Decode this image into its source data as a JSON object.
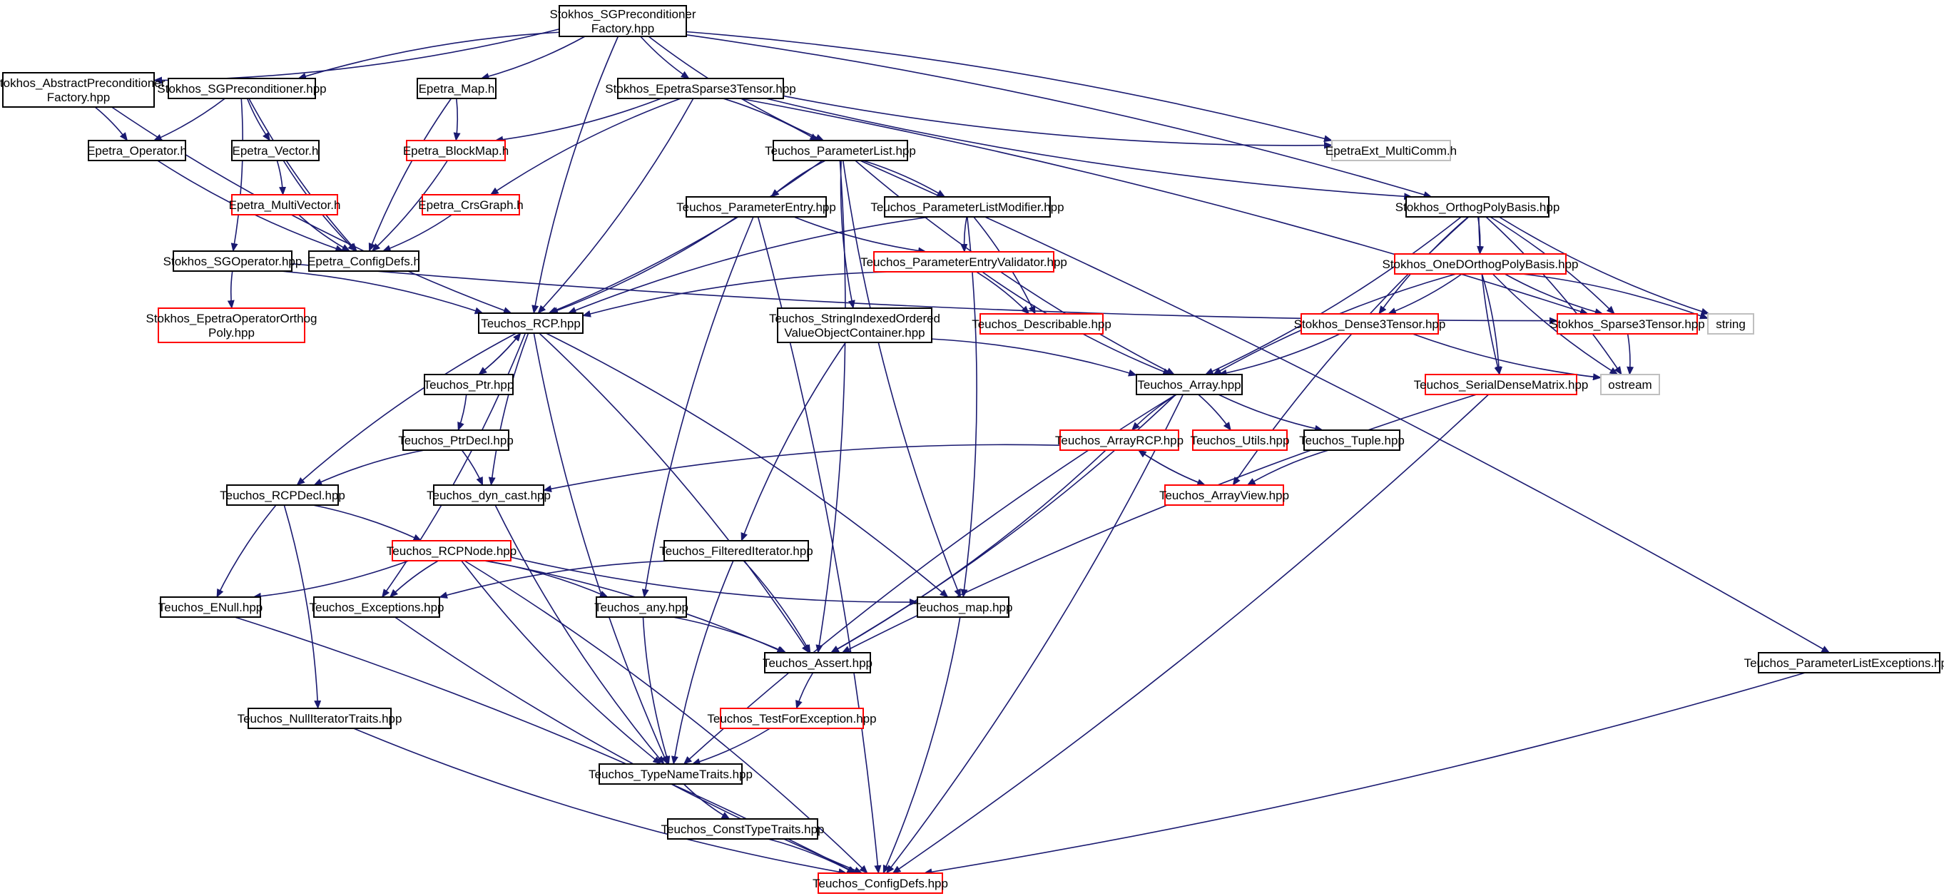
{
  "colors": {
    "edge": "#191970",
    "border_normal": "#000000",
    "border_truncated": "#ff0000",
    "border_external": "#bfbfbf",
    "root_fill": "#bfbfbf",
    "text": "#000000"
  },
  "nodes": [
    {
      "id": "root",
      "lines": [
        "Stokhos_SGPreconditioner",
        "Factory.hpp"
      ],
      "style": "root"
    },
    {
      "id": "abstract_factory",
      "lines": [
        "Stokhos_AbstractPreconditioner",
        "Factory.hpp"
      ],
      "style": "normal"
    },
    {
      "id": "sgprec",
      "lines": [
        "Stokhos_SGPreconditioner.hpp"
      ],
      "style": "normal"
    },
    {
      "id": "epetra_map",
      "lines": [
        "Epetra_Map.h"
      ],
      "style": "normal"
    },
    {
      "id": "sparse3_epetra",
      "lines": [
        "Stokhos_EpetraSparse3Tensor.hpp"
      ],
      "style": "normal"
    },
    {
      "id": "epetraext_multicomm",
      "lines": [
        "EpetraExt_MultiComm.h"
      ],
      "style": "external"
    },
    {
      "id": "epetra_operator",
      "lines": [
        "Epetra_Operator.h"
      ],
      "style": "normal"
    },
    {
      "id": "epetra_vector",
      "lines": [
        "Epetra_Vector.h"
      ],
      "style": "normal"
    },
    {
      "id": "epetra_blockmap",
      "lines": [
        "Epetra_BlockMap.h"
      ],
      "style": "truncated"
    },
    {
      "id": "param_list",
      "lines": [
        "Teuchos_ParameterList.hpp"
      ],
      "style": "normal"
    },
    {
      "id": "orthopoly",
      "lines": [
        "Stokhos_OrthogPolyBasis.hpp"
      ],
      "style": "normal"
    },
    {
      "id": "epetra_multivector",
      "lines": [
        "Epetra_MultiVector.h"
      ],
      "style": "truncated"
    },
    {
      "id": "epetra_crsgraph",
      "lines": [
        "Epetra_CrsGraph.h"
      ],
      "style": "truncated"
    },
    {
      "id": "param_entry",
      "lines": [
        "Teuchos_ParameterEntry.hpp"
      ],
      "style": "normal"
    },
    {
      "id": "param_list_modifier",
      "lines": [
        "Teuchos_ParameterListModifier.hpp"
      ],
      "style": "normal"
    },
    {
      "id": "oned_orthopoly",
      "lines": [
        "Stokhos_OneDOrthogPolyBasis.hpp"
      ],
      "style": "truncated"
    },
    {
      "id": "epetra_configdefs",
      "lines": [
        "Epetra_ConfigDefs.h"
      ],
      "style": "normal"
    },
    {
      "id": "sgoperator",
      "lines": [
        "Stokhos_SGOperator.hpp"
      ],
      "style": "normal"
    },
    {
      "id": "param_entry_validator",
      "lines": [
        "Teuchos_ParameterEntryValidator.hpp"
      ],
      "style": "truncated"
    },
    {
      "id": "string",
      "lines": [
        "string"
      ],
      "style": "external"
    },
    {
      "id": "epetra_op_orthopoly",
      "lines": [
        "Stokhos_EpetraOperatorOrthog",
        "Poly.hpp"
      ],
      "style": "truncated"
    },
    {
      "id": "rcp",
      "lines": [
        "Teuchos_RCP.hpp"
      ],
      "style": "normal"
    },
    {
      "id": "string_indexed",
      "lines": [
        "Teuchos_StringIndexedOrdered",
        "ValueObjectContainer.hpp"
      ],
      "style": "normal"
    },
    {
      "id": "describable",
      "lines": [
        "Teuchos_Describable.hpp"
      ],
      "style": "truncated"
    },
    {
      "id": "dense3",
      "lines": [
        "Stokhos_Dense3Tensor.hpp"
      ],
      "style": "truncated"
    },
    {
      "id": "sparse3",
      "lines": [
        "Stokhos_Sparse3Tensor.hpp"
      ],
      "style": "truncated"
    },
    {
      "id": "ptr",
      "lines": [
        "Teuchos_Ptr.hpp"
      ],
      "style": "normal"
    },
    {
      "id": "array",
      "lines": [
        "Teuchos_Array.hpp"
      ],
      "style": "normal"
    },
    {
      "id": "serial_dense",
      "lines": [
        "Teuchos_SerialDenseMatrix.hpp"
      ],
      "style": "truncated"
    },
    {
      "id": "ostream",
      "lines": [
        "ostream"
      ],
      "style": "external"
    },
    {
      "id": "ptrdecl",
      "lines": [
        "Teuchos_PtrDecl.hpp"
      ],
      "style": "normal"
    },
    {
      "id": "arrayrcp",
      "lines": [
        "Teuchos_ArrayRCP.hpp"
      ],
      "style": "truncated"
    },
    {
      "id": "utils",
      "lines": [
        "Teuchos_Utils.hpp"
      ],
      "style": "truncated"
    },
    {
      "id": "tuple",
      "lines": [
        "Teuchos_Tuple.hpp"
      ],
      "style": "normal"
    },
    {
      "id": "rcpdecl",
      "lines": [
        "Teuchos_RCPDecl.hpp"
      ],
      "style": "normal"
    },
    {
      "id": "dyn_cast",
      "lines": [
        "Teuchos_dyn_cast.hpp"
      ],
      "style": "normal"
    },
    {
      "id": "arrayview",
      "lines": [
        "Teuchos_ArrayView.hpp"
      ],
      "style": "truncated"
    },
    {
      "id": "rcpnode",
      "lines": [
        "Teuchos_RCPNode.hpp"
      ],
      "style": "truncated"
    },
    {
      "id": "filtered_iter",
      "lines": [
        "Teuchos_FilteredIterator.hpp"
      ],
      "style": "normal"
    },
    {
      "id": "enull",
      "lines": [
        "Teuchos_ENull.hpp"
      ],
      "style": "normal"
    },
    {
      "id": "exceptions",
      "lines": [
        "Teuchos_Exceptions.hpp"
      ],
      "style": "normal"
    },
    {
      "id": "any",
      "lines": [
        "Teuchos_any.hpp"
      ],
      "style": "normal"
    },
    {
      "id": "map",
      "lines": [
        "Teuchos_map.hpp"
      ],
      "style": "normal"
    },
    {
      "id": "assert",
      "lines": [
        "Teuchos_Assert.hpp"
      ],
      "style": "normal"
    },
    {
      "id": "param_list_exceptions",
      "lines": [
        "Teuchos_ParameterListExceptions.hpp"
      ],
      "style": "normal"
    },
    {
      "id": "null_iter",
      "lines": [
        "Teuchos_NullIteratorTraits.hpp"
      ],
      "style": "normal"
    },
    {
      "id": "test_for_exception",
      "lines": [
        "Teuchos_TestForException.hpp"
      ],
      "style": "truncated"
    },
    {
      "id": "typename_traits",
      "lines": [
        "Teuchos_TypeNameTraits.hpp"
      ],
      "style": "normal"
    },
    {
      "id": "consttype_traits",
      "lines": [
        "Teuchos_ConstTypeTraits.hpp"
      ],
      "style": "normal"
    },
    {
      "id": "configdefs",
      "lines": [
        "Teuchos_ConfigDefs.hpp"
      ],
      "style": "truncated"
    }
  ],
  "edges": [
    [
      "root",
      "abstract_factory"
    ],
    [
      "root",
      "sgprec"
    ],
    [
      "root",
      "epetra_map"
    ],
    [
      "root",
      "sparse3_epetra"
    ],
    [
      "root",
      "epetraext_multicomm"
    ],
    [
      "root",
      "param_list"
    ],
    [
      "root",
      "orthopoly"
    ],
    [
      "root",
      "rcp"
    ],
    [
      "abstract_factory",
      "epetra_operator"
    ],
    [
      "abstract_factory",
      "rcp"
    ],
    [
      "sgprec",
      "epetra_operator"
    ],
    [
      "sgprec",
      "epetra_vector"
    ],
    [
      "sgprec",
      "sgoperator"
    ],
    [
      "sgprec",
      "epetra_configdefs"
    ],
    [
      "epetra_map",
      "epetra_blockmap"
    ],
    [
      "epetra_map",
      "epetra_configdefs"
    ],
    [
      "sparse3_epetra",
      "epetra_blockmap"
    ],
    [
      "sparse3_epetra",
      "epetra_crsgraph"
    ],
    [
      "sparse3_epetra",
      "param_list"
    ],
    [
      "sparse3_epetra",
      "epetraext_multicomm"
    ],
    [
      "sparse3_epetra",
      "rcp"
    ],
    [
      "sparse3_epetra",
      "orthopoly"
    ],
    [
      "sparse3_epetra",
      "sparse3"
    ],
    [
      "epetra_operator",
      "epetra_configdefs"
    ],
    [
      "epetra_vector",
      "epetra_multivector"
    ],
    [
      "epetra_vector",
      "epetra_configdefs"
    ],
    [
      "epetra_blockmap",
      "epetra_configdefs"
    ],
    [
      "epetra_multivector",
      "epetra_configdefs"
    ],
    [
      "epetra_crsgraph",
      "epetra_configdefs"
    ],
    [
      "param_list",
      "param_entry"
    ],
    [
      "param_list",
      "param_list_modifier"
    ],
    [
      "param_list",
      "string_indexed"
    ],
    [
      "param_list",
      "rcp"
    ],
    [
      "param_list",
      "array"
    ],
    [
      "param_list",
      "assert"
    ],
    [
      "param_list",
      "map"
    ],
    [
      "param_list",
      "param_list_exceptions"
    ],
    [
      "param_entry",
      "param_entry_validator"
    ],
    [
      "param_entry",
      "rcp"
    ],
    [
      "param_entry",
      "any"
    ],
    [
      "param_entry",
      "configdefs"
    ],
    [
      "param_list_modifier",
      "param_entry_validator"
    ],
    [
      "param_list_modifier",
      "describable"
    ],
    [
      "param_list_modifier",
      "rcp"
    ],
    [
      "param_list_modifier",
      "map"
    ],
    [
      "param_entry_validator",
      "rcp"
    ],
    [
      "param_entry_validator",
      "describable"
    ],
    [
      "param_entry_validator",
      "array"
    ],
    [
      "orthopoly",
      "oned_orthopoly"
    ],
    [
      "orthopoly",
      "dense3"
    ],
    [
      "orthopoly",
      "sparse3"
    ],
    [
      "orthopoly",
      "serial_dense"
    ],
    [
      "orthopoly",
      "array"
    ],
    [
      "orthopoly",
      "string"
    ],
    [
      "orthopoly",
      "ostream"
    ],
    [
      "orthopoly",
      "arrayview"
    ],
    [
      "oned_orthopoly",
      "dense3"
    ],
    [
      "oned_orthopoly",
      "sparse3"
    ],
    [
      "oned_orthopoly",
      "serial_dense"
    ],
    [
      "oned_orthopoly",
      "array"
    ],
    [
      "oned_orthopoly",
      "string"
    ],
    [
      "oned_orthopoly",
      "ostream"
    ],
    [
      "dense3",
      "array"
    ],
    [
      "dense3",
      "ostream"
    ],
    [
      "sparse3",
      "ostream"
    ],
    [
      "serial_dense",
      "assert"
    ],
    [
      "serial_dense",
      "configdefs"
    ],
    [
      "sgoperator",
      "epetra_op_orthopoly"
    ],
    [
      "sgoperator",
      "rcp"
    ],
    [
      "sgoperator",
      "sparse3"
    ],
    [
      "string_indexed",
      "array"
    ],
    [
      "string_indexed",
      "filtered_iter"
    ],
    [
      "rcp",
      "ptr"
    ],
    [
      "rcp",
      "rcpdecl"
    ],
    [
      "rcp",
      "exceptions"
    ],
    [
      "rcp",
      "dyn_cast"
    ],
    [
      "rcp",
      "assert"
    ],
    [
      "rcp",
      "typename_traits"
    ],
    [
      "rcp",
      "map"
    ],
    [
      "ptr",
      "rcp"
    ],
    [
      "ptr",
      "ptrdecl"
    ],
    [
      "ptrdecl",
      "rcpdecl"
    ],
    [
      "ptrdecl",
      "dyn_cast"
    ],
    [
      "array",
      "arrayrcp"
    ],
    [
      "array",
      "utils"
    ],
    [
      "array",
      "tuple"
    ],
    [
      "array",
      "assert"
    ],
    [
      "array",
      "typename_traits"
    ],
    [
      "array",
      "configdefs"
    ],
    [
      "arrayrcp",
      "arrayview"
    ],
    [
      "arrayview",
      "arrayrcp"
    ],
    [
      "arrayrcp",
      "dyn_cast"
    ],
    [
      "arrayrcp",
      "assert"
    ],
    [
      "tuple",
      "arrayview"
    ],
    [
      "rcpdecl",
      "rcpnode"
    ],
    [
      "rcpdecl",
      "enull"
    ],
    [
      "rcpdecl",
      "null_iter"
    ],
    [
      "dyn_cast",
      "typename_traits"
    ],
    [
      "rcpnode",
      "enull"
    ],
    [
      "rcpnode",
      "exceptions"
    ],
    [
      "rcpnode",
      "any"
    ],
    [
      "rcpnode",
      "map"
    ],
    [
      "rcpnode",
      "assert"
    ],
    [
      "rcpnode",
      "typename_traits"
    ],
    [
      "rcpnode",
      "configdefs"
    ],
    [
      "filtered_iter",
      "exceptions"
    ],
    [
      "filtered_iter",
      "assert"
    ],
    [
      "filtered_iter",
      "typename_traits"
    ],
    [
      "enull",
      "configdefs"
    ],
    [
      "exceptions",
      "configdefs"
    ],
    [
      "any",
      "assert"
    ],
    [
      "any",
      "typename_traits"
    ],
    [
      "map",
      "configdefs"
    ],
    [
      "assert",
      "test_for_exception"
    ],
    [
      "param_list_exceptions",
      "configdefs"
    ],
    [
      "null_iter",
      "configdefs"
    ],
    [
      "test_for_exception",
      "typename_traits"
    ],
    [
      "typename_traits",
      "consttype_traits"
    ],
    [
      "consttype_traits",
      "configdefs"
    ]
  ]
}
